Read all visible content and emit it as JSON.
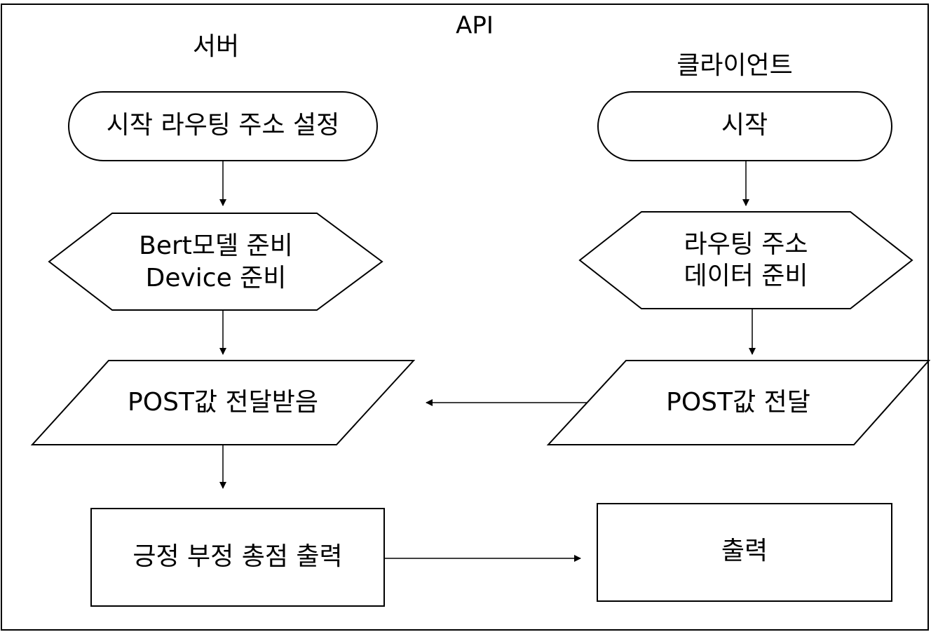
{
  "title": "API",
  "lanes": {
    "server": "서버",
    "client": "클라이언트"
  },
  "server": {
    "start": "시작 라우팅 주소 설정",
    "prepare": [
      "Bert모델 준비",
      "Device 준비"
    ],
    "receive": "POST값 전달받음",
    "output": "긍정 부정 총점 출력"
  },
  "client": {
    "start": "시작",
    "prepare": [
      "라우팅 주소",
      "데이터 준비"
    ],
    "send": "POST값 전달",
    "output": "출력"
  },
  "colors": {
    "stroke": "#000000",
    "fill": "#ffffff"
  }
}
